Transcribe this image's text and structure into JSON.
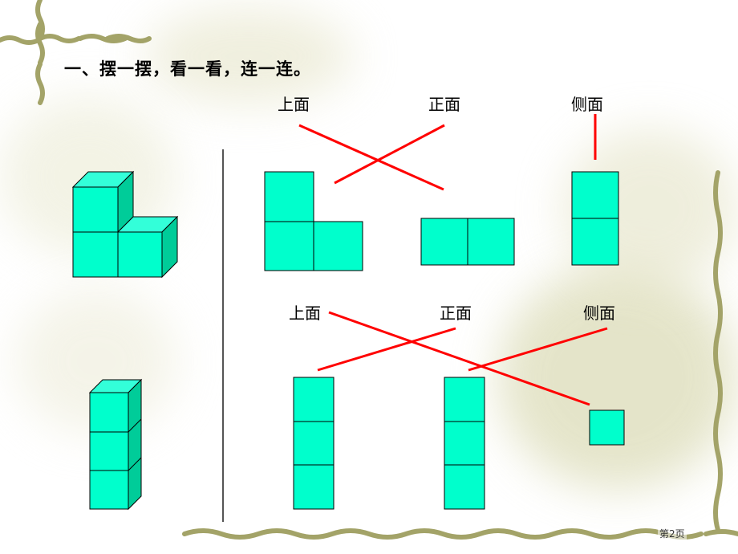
{
  "slide": {
    "title": "一、摆一摆，看一看，连一连。",
    "page_number": "第2页"
  },
  "colors": {
    "cube_face": "#00FFCC",
    "cube_top": "#33FFD9",
    "cube_side": "#00CC99",
    "connector_line": "#FF0000",
    "vine": "#A3A368",
    "divider": "#555555"
  },
  "section1": {
    "labels": {
      "top": "上面",
      "front": "正面",
      "side": "侧面"
    },
    "matches": [
      {
        "view": "上面",
        "shape": "two-squares-horizontal"
      },
      {
        "view": "正面",
        "shape": "L-shape-three-squares"
      },
      {
        "view": "侧面",
        "shape": "two-squares-vertical"
      }
    ]
  },
  "section2": {
    "labels": {
      "top": "上面",
      "front": "正面",
      "side": "侧面"
    },
    "matches": [
      {
        "view": "上面",
        "shape": "single-square"
      },
      {
        "view": "正面",
        "shape": "three-squares-vertical-left"
      },
      {
        "view": "侧面",
        "shape": "three-squares-vertical-right"
      }
    ]
  }
}
